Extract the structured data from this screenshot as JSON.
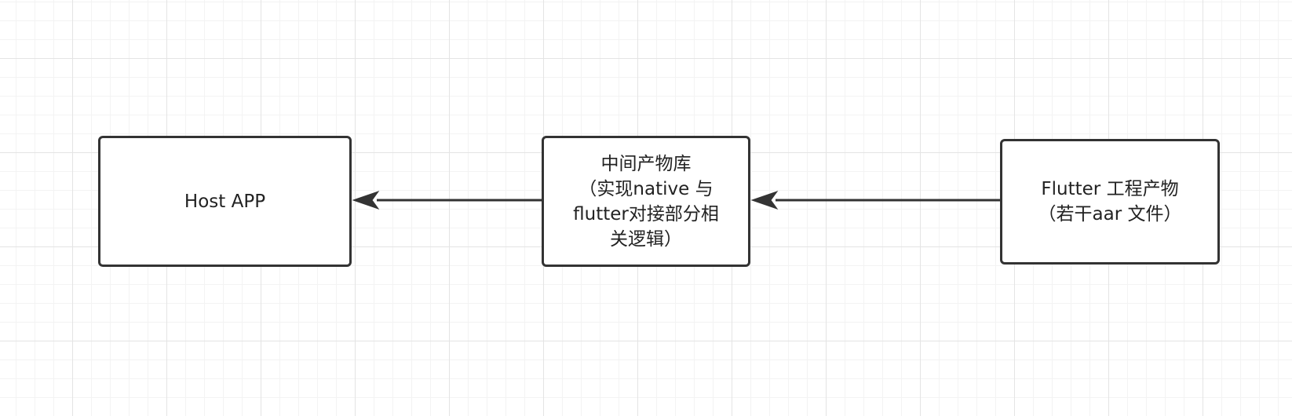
{
  "diagram": {
    "nodes": {
      "host": {
        "lines": [
          "Host APP"
        ]
      },
      "middle": {
        "lines": [
          "中间产物库",
          "（实现native 与",
          "flutter对接部分相",
          "关逻辑）"
        ]
      },
      "flutter": {
        "lines": [
          "Flutter 工程产物",
          "（若干aar 文件）"
        ]
      }
    },
    "edges": [
      {
        "from": "middle",
        "to": "host"
      },
      {
        "from": "flutter",
        "to": "middle"
      }
    ],
    "colors": {
      "stroke": "#333333",
      "text": "#222222",
      "grid_major": "#e4e4e4",
      "grid_minor": "#f3f3f3",
      "background": "#ffffff"
    }
  }
}
